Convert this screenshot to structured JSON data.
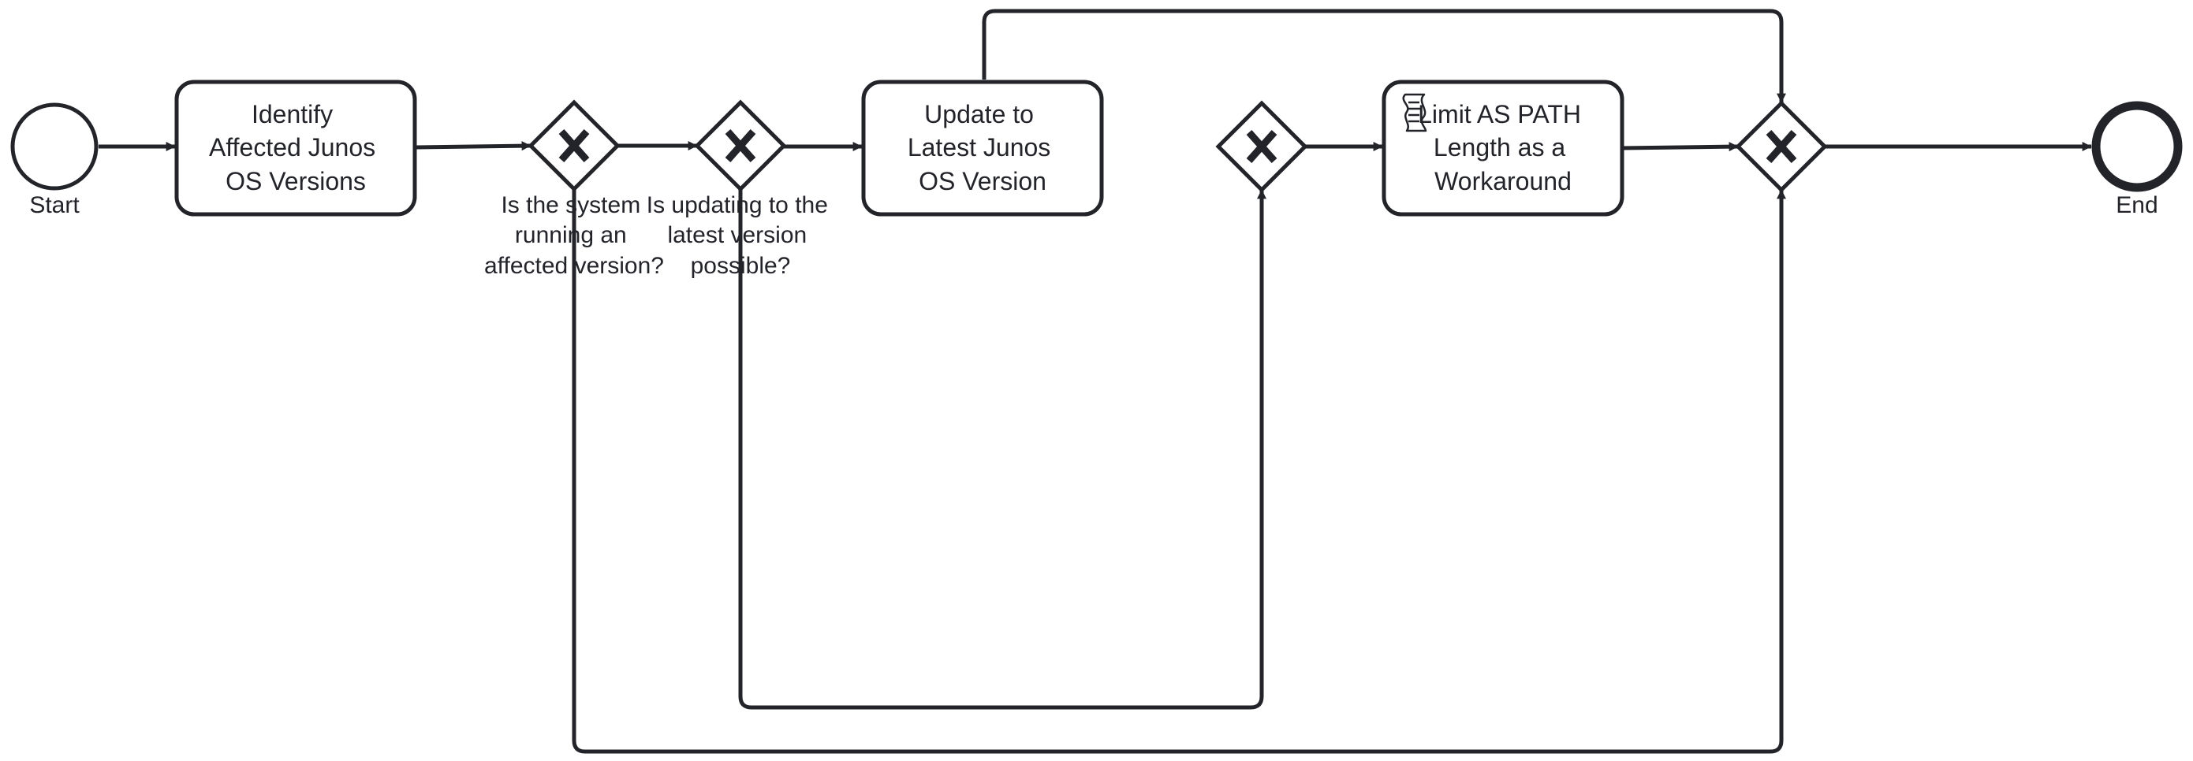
{
  "diagram": {
    "events": {
      "start": {
        "label": "Start"
      },
      "end": {
        "label": "End"
      }
    },
    "tasks": {
      "identify": {
        "lines": [
          "Identify",
          "Affected Junos",
          "OS Versions"
        ]
      },
      "update": {
        "lines": [
          "Update to",
          "Latest Junos",
          "OS Version"
        ]
      },
      "limit": {
        "lines": [
          "Limit AS PATH",
          "Length as a",
          "Workaround"
        ]
      }
    },
    "gateways": {
      "gw1": {
        "lines": [
          "Is the system",
          "running an",
          "affected version?"
        ]
      },
      "gw2": {
        "lines": [
          "Is updating to the",
          "latest version",
          "possible?"
        ]
      },
      "gw3": {
        "lines": []
      },
      "gw4": {
        "lines": []
      }
    },
    "colors": {
      "stroke": "#22242a",
      "fill": "#ffffff"
    }
  }
}
